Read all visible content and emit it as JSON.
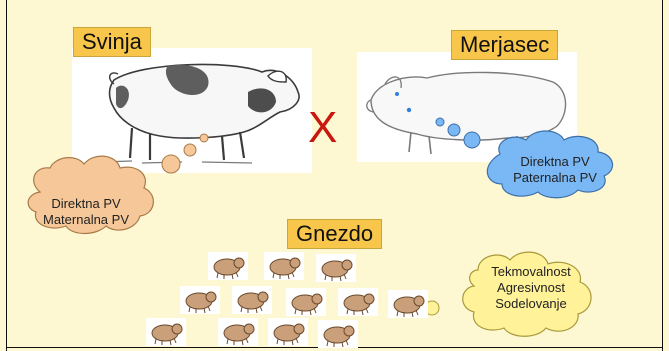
{
  "labels": {
    "sow": "Svinja",
    "boar": "Merjasec",
    "litter": "Gnezdo",
    "cross": "X"
  },
  "clouds": {
    "sow": [
      "Direktna PV",
      "Maternalna PV"
    ],
    "boar": [
      "Direktna PV",
      "Paternalna PV"
    ],
    "litter": [
      "Tekmovalnost",
      "Agresivnost",
      "Sodelovanje"
    ]
  },
  "colors": {
    "background": "#fdf7d2",
    "label_box": "#f7c64a",
    "cross": "#c8170d",
    "cloud_sow": "#f6c899",
    "cloud_boar": "#7ab8f5",
    "cloud_litter": "#fff299"
  }
}
